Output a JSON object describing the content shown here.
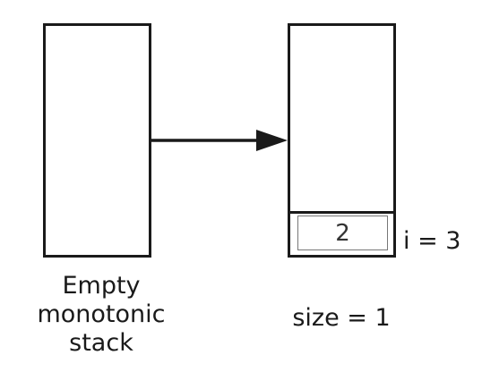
{
  "left_stack": {
    "label_lines": [
      "Empty",
      "monotonic",
      "stack"
    ]
  },
  "right_stack": {
    "cell_value": "2",
    "size_label": "size = 1",
    "index_label": "i = 3"
  }
}
